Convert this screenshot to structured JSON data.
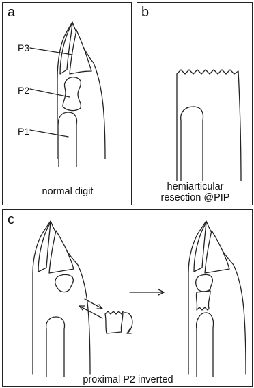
{
  "panel_a": {
    "letter": "a",
    "labels": {
      "p3": "P3",
      "p2": "P2",
      "p1": "P1"
    },
    "caption": "normal digit"
  },
  "panel_b": {
    "letter": "b",
    "caption_line1": "hemiarticular",
    "caption_line2": "resection @PIP"
  },
  "panel_c": {
    "letter": "c",
    "caption": "proximal P2 inverted"
  }
}
